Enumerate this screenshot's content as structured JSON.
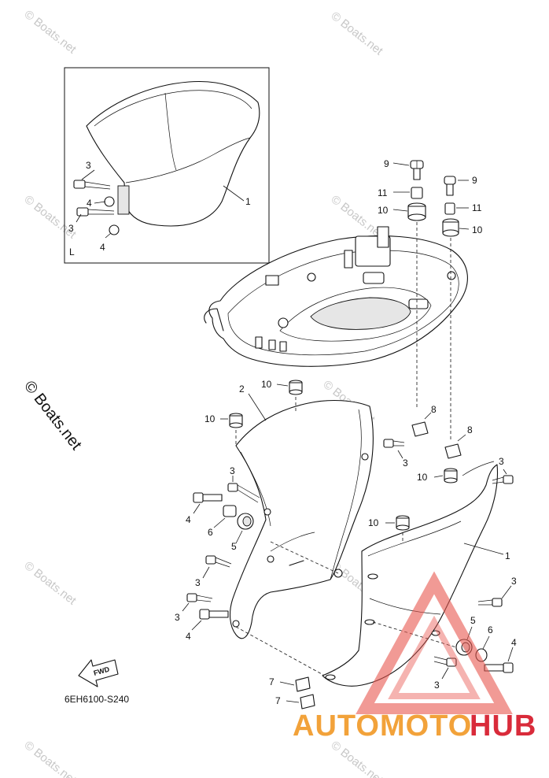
{
  "watermark": {
    "text": "© Boats.net"
  },
  "copyright": {
    "text": "© Boats.net"
  },
  "diagram_code": "6EH6100-S240",
  "fwd_label": "FWD",
  "inset": {
    "label": "L"
  },
  "brand": {
    "part1": "AUTOMOTO",
    "part2": "HUB",
    "color1": "#f2a23a",
    "color2": "#d92b3a"
  },
  "callouts": {
    "inset_3a": "3",
    "inset_4a": "4",
    "inset_3b": "3",
    "inset_4b": "4",
    "inset_1": "1",
    "top_9a": "9",
    "top_11a": "11",
    "top_10a": "10",
    "top_9b": "9",
    "top_11b": "11",
    "top_10b": "10",
    "mid_2": "2",
    "mid_10a": "10",
    "mid_10b": "10",
    "mid_8a": "8",
    "mid_8b": "8",
    "mid_3a": "3",
    "mid_3b": "3",
    "mid_10c": "10",
    "mid_10d": "10",
    "mid_1": "1",
    "left_3a": "3",
    "left_4a": "4",
    "left_6": "6",
    "left_5": "5",
    "left_3b": "3",
    "left_3c": "3",
    "left_4b": "4",
    "right_3a": "3",
    "right_5": "5",
    "right_6": "6",
    "right_4": "4",
    "right_3b": "3",
    "bot_7a": "7",
    "bot_7b": "7"
  }
}
